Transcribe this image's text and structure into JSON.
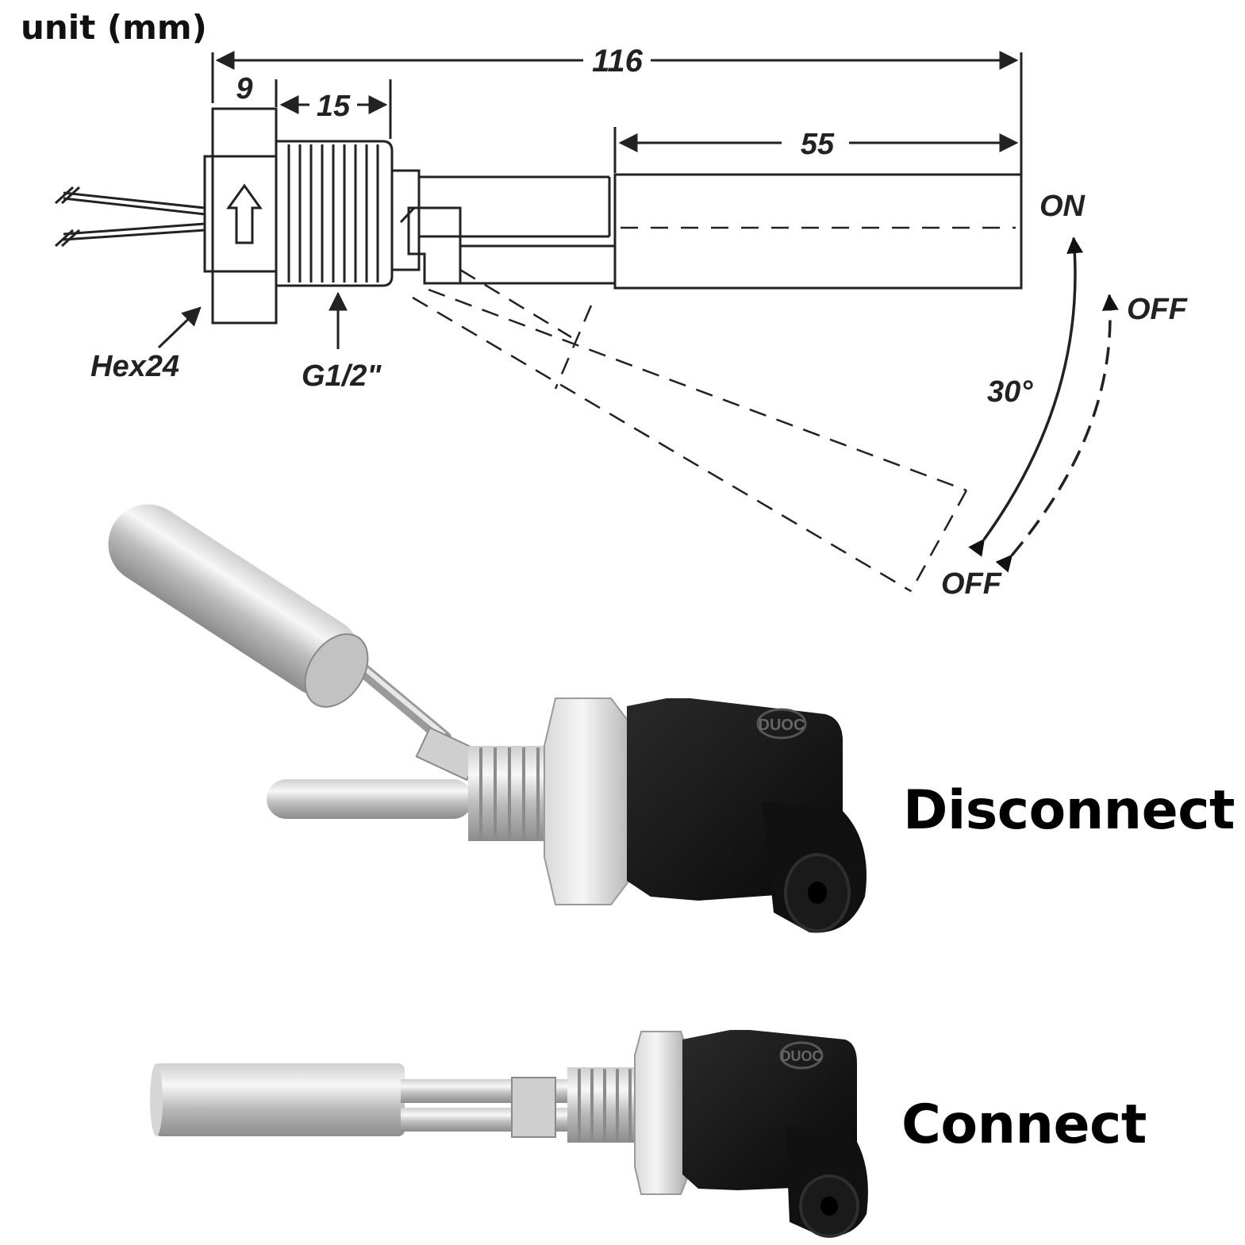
{
  "unit_label": "unit (mm)",
  "dimensions": {
    "overall_length": "116",
    "hex_width": "9",
    "thread_length": "15",
    "float_length": "55"
  },
  "annotations": {
    "hex": "Hex24",
    "thread": "G1/2\"",
    "angle": "30°",
    "state_on": "ON",
    "state_off_upper": "OFF",
    "state_off_lower": "OFF"
  },
  "photos": {
    "top_state": "Disconnect",
    "bottom_state": "Connect",
    "brand_mark": "DUOC"
  },
  "colors": {
    "line": "#222222",
    "steel_light": "#eeeeee",
    "steel_dark": "#9a9a9a",
    "connector_black": "#141414"
  }
}
